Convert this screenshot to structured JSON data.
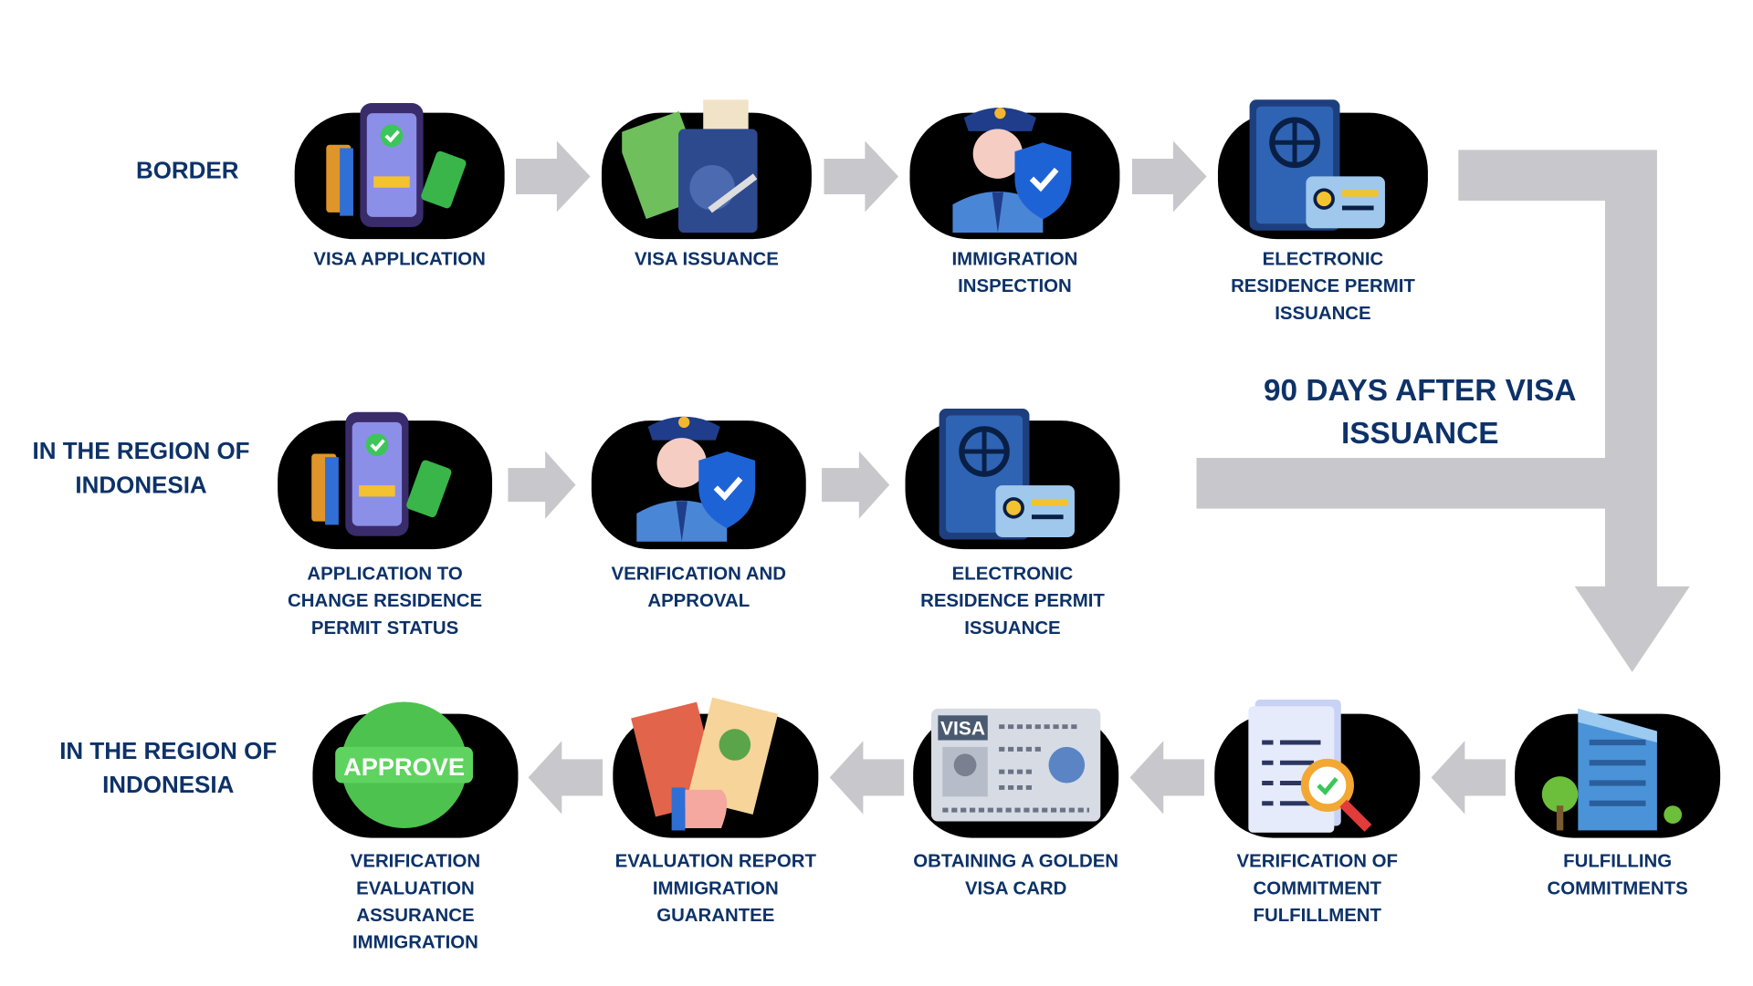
{
  "colors": {
    "text": "#0d3268",
    "node": "#000000",
    "arrow": "#c8c8cc"
  },
  "rows": [
    {
      "label": "BORDER",
      "direction": "right",
      "steps": [
        {
          "label": "VISA APPLICATION",
          "icon": "phone-payment-icon"
        },
        {
          "label": "VISA ISSUANCE",
          "icon": "passport-icon"
        },
        {
          "label": "IMMIGRATION INSPECTION",
          "icon": "officer-icon"
        },
        {
          "label": "ELECTRONIC RESIDENCE PERMIT ISSUANCE",
          "icon": "permit-card-icon"
        }
      ]
    },
    {
      "label": "IN THE REGION OF INDONESIA",
      "direction": "right",
      "steps": [
        {
          "label": "APPLICATION TO CHANGE RESIDENCE PERMIT STATUS",
          "icon": "phone-payment-icon"
        },
        {
          "label": "VERIFICATION AND APPROVAL",
          "icon": "officer-icon"
        },
        {
          "label": "ELECTRONIC RESIDENCE PERMIT ISSUANCE",
          "icon": "permit-card-icon"
        }
      ]
    },
    {
      "label": "IN THE REGION OF INDONESIA",
      "direction": "left",
      "steps": [
        {
          "label": "VERIFICATION EVALUATION ASSURANCE IMMIGRATION",
          "icon": "approve-badge-icon",
          "badge_text": "APPROVE"
        },
        {
          "label": "EVALUATION REPORT IMMIGRATION GUARANTEE",
          "icon": "report-thumbs-up-icon"
        },
        {
          "label": "OBTAINING A GOLDEN VISA CARD",
          "icon": "visa-card-icon",
          "badge_text": "VISA"
        },
        {
          "label": "VERIFICATION OF COMMITMENT FULFILLMENT",
          "icon": "document-magnifier-icon"
        },
        {
          "label": "FULFILLING COMMITMENTS",
          "icon": "office-building-icon"
        }
      ]
    }
  ],
  "connector_label": "90 DAYS AFTER VISA ISSUANCE"
}
